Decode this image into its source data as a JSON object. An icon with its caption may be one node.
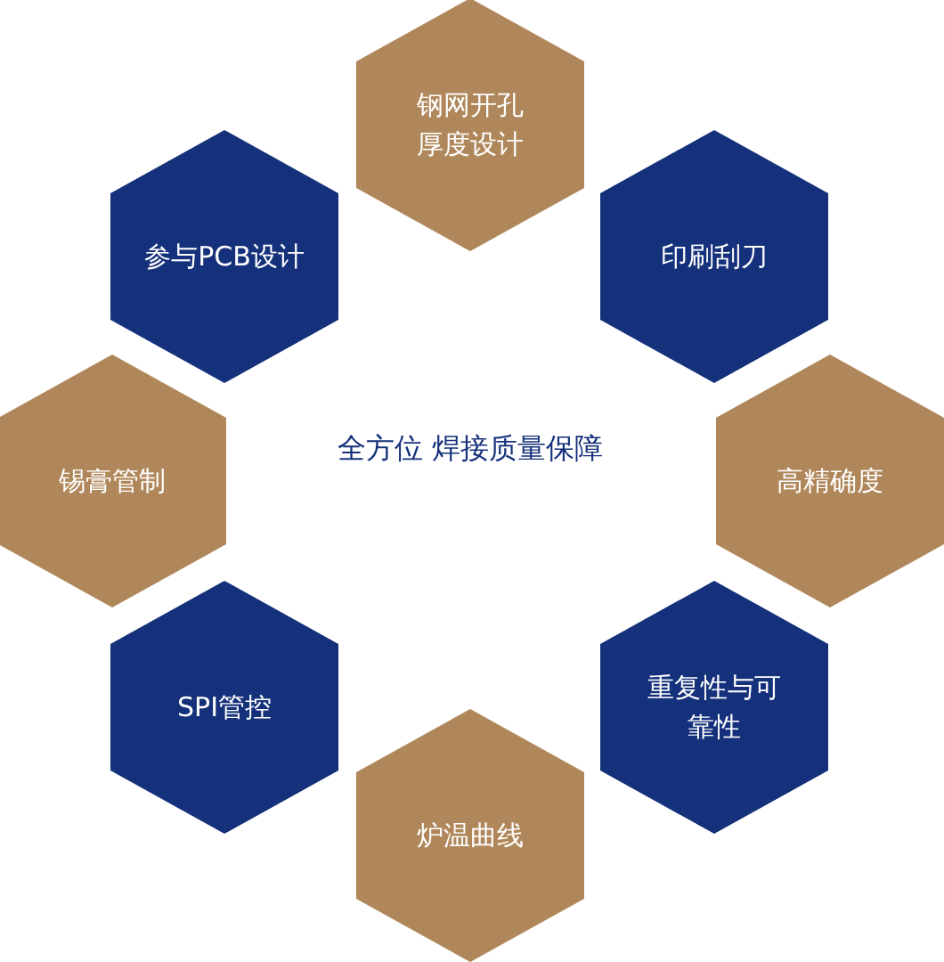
{
  "diagram": {
    "title": "全方位 焊接质量保障",
    "nodes": [
      {
        "text": [
          "钢网开孔厚度设计"
        ]
      },
      {
        "text": [
          "印刷刮刀"
        ]
      },
      {
        "text": [
          "高精确度"
        ]
      },
      {
        "text": [
          "重复性与可靠性"
        ]
      },
      {
        "text": [
          "炉温曲线"
        ]
      },
      {
        "text": [
          "SPI管控"
        ]
      },
      {
        "text": [
          "锡膏管制"
        ]
      },
      {
        "text": [
          "参与PCB设计"
        ]
      }
    ]
  }
}
